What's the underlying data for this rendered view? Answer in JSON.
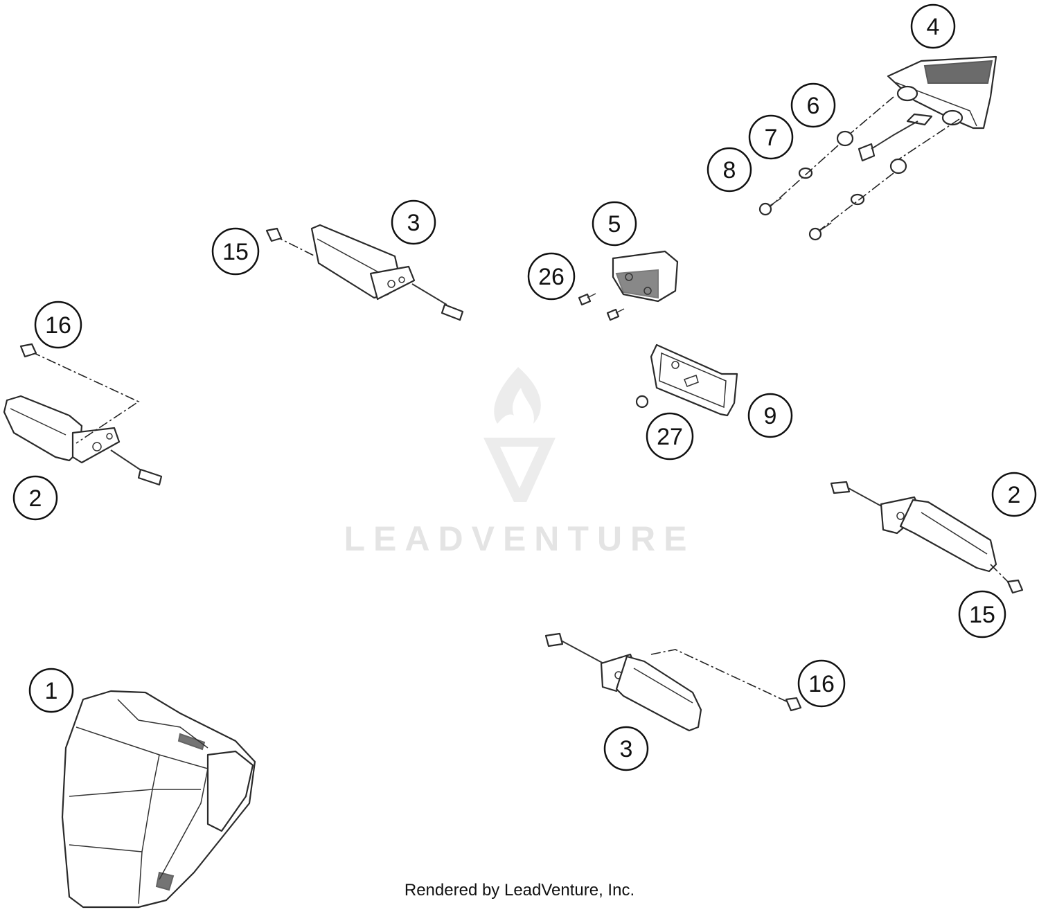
{
  "callouts": [
    {
      "label": "4"
    },
    {
      "label": "6"
    },
    {
      "label": "7"
    },
    {
      "label": "8"
    },
    {
      "label": "3"
    },
    {
      "label": "15"
    },
    {
      "label": "5"
    },
    {
      "label": "26"
    },
    {
      "label": "16"
    },
    {
      "label": "9"
    },
    {
      "label": "27"
    },
    {
      "label": "2"
    },
    {
      "label": "2"
    },
    {
      "label": "15"
    },
    {
      "label": "16"
    },
    {
      "label": "1"
    },
    {
      "label": "3"
    }
  ],
  "watermark": {
    "text": "LEADVENTURE"
  },
  "footer": {
    "credit": "Rendered by LeadVenture, Inc."
  }
}
